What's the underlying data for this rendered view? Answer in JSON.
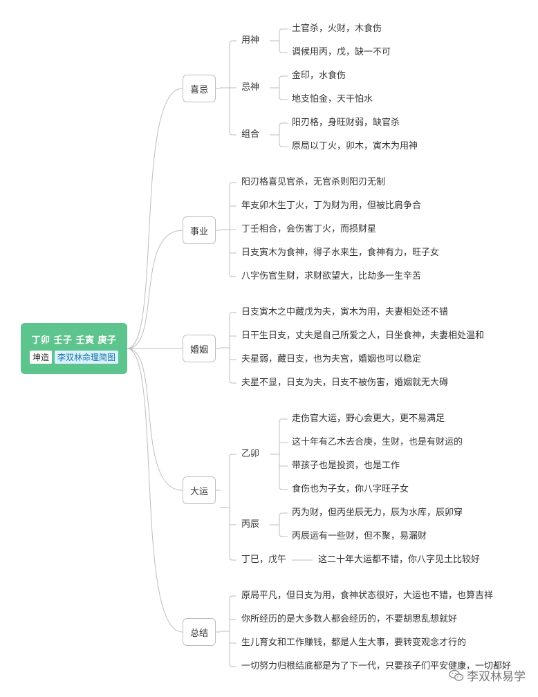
{
  "root": {
    "title": "丁卯 壬子 壬寅 庚子",
    "tag_a": "坤造",
    "tag_b": "李双林命理简图"
  },
  "branches": [
    {
      "label": "喜忌",
      "children": [
        {
          "label": "用神",
          "leaves": [
            "土官杀，火财，木食伤",
            "调候用丙，戊，缺一不可"
          ]
        },
        {
          "label": "忌神",
          "leaves": [
            "金印，水食伤",
            "地支怕金，天干怕水"
          ]
        },
        {
          "label": "组合",
          "leaves": [
            "阳刃格，身旺财弱，缺官杀",
            "原局以丁火，卯木，寅木为用神"
          ]
        }
      ]
    },
    {
      "label": "事业",
      "leaves": [
        "阳刃格喜见官杀，无官杀则阳刃无制",
        "年支卯木生丁火，丁为财为用，但被比肩争合",
        "丁壬相合，会伤害丁火，而损财星",
        "日支寅木为食神，得子水来生，食神有力，旺子女",
        "八字伤官生财，求财欲望大，比劫多一生辛苦"
      ]
    },
    {
      "label": "婚姻",
      "leaves": [
        "日支寅木之中藏戊为夫，寅木为用，夫妻相处还不错",
        "日干生日支，丈夫是自己所爱之人，日坐食神，夫妻相处温和",
        "夫星弱，藏日支，也为夫宫，婚姻也可以稳定",
        "夫星不显，日支为夫，日支不被伤害，婚姻就无大碍"
      ]
    },
    {
      "label": "大运",
      "children": [
        {
          "label": "乙卯",
          "leaves": [
            "走伤官大运，野心会更大，更不易满足",
            "这十年有乙木去合庚，生财，也是有财运的",
            "带孩子也是投资，也是工作",
            "食伤也为子女，你八字旺子女"
          ]
        },
        {
          "label": "丙辰",
          "leaves": [
            "丙为财，但丙坐辰无力，辰为水库，辰卯穿",
            "丙辰运有一些财，但不聚，易漏财"
          ]
        },
        {
          "label": "丁巳，戊午",
          "leaves": [
            "这二十年大运都不错，你八字见土比较好"
          ]
        }
      ]
    },
    {
      "label": "总结",
      "leaves": [
        "原局平凡，但日支为用，食神状态很好，大运也不错，也算吉祥",
        "你所经历的是大多数人都会经历的，不要胡思乱想就好",
        "生儿育女和工作赚钱，都是人生大事，要转变观念才行的",
        "一切努力归根结底都是为了下一代，只要孩子们平安健康，一切都好"
      ]
    }
  ],
  "watermark": {
    "text": "李双林易学",
    "icon": "wechat-icon"
  },
  "colors": {
    "root_fill": "#5cc48c",
    "line": "#bdbdbd",
    "tag_b_fill": "#d9f2ff"
  }
}
